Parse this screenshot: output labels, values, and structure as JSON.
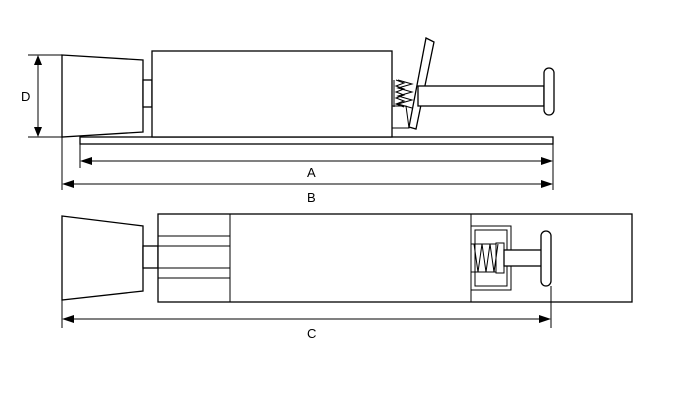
{
  "dimensions": {
    "a": {
      "label": "A"
    },
    "b": {
      "label": "B"
    },
    "c": {
      "label": "C"
    },
    "d": {
      "label": "D"
    }
  },
  "colors": {
    "line": "#000000",
    "background": "#ffffff"
  }
}
